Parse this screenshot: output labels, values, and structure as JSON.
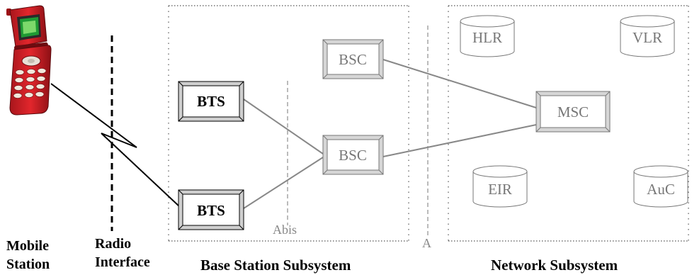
{
  "nodes": {
    "bts_top": "BTS",
    "bts_bottom": "BTS",
    "bsc_top": "BSC",
    "bsc_bottom": "BSC",
    "msc": "MSC",
    "hlr": "HLR",
    "vlr": "VLR",
    "eir": "EIR",
    "auc": "AuC"
  },
  "interfaces": {
    "abis": "Abis",
    "a": "A"
  },
  "labels": {
    "mobile_station_line1": "Mobile",
    "mobile_station_line2": "Station",
    "radio_interface_line1": "Radio",
    "radio_interface_line2": "Interface",
    "base_station_subsystem": "Base Station Subsystem",
    "network_subsystem": "Network Subsystem"
  }
}
